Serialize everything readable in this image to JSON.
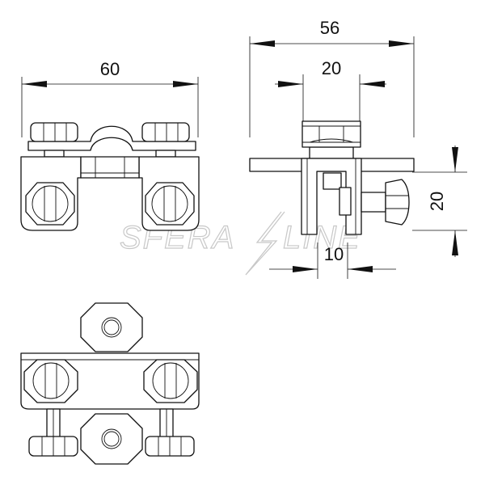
{
  "dimensions": {
    "front_width": "60",
    "side_width": "56",
    "plate_width": "20",
    "height": "20",
    "depth": "10"
  },
  "watermark": {
    "left": "SFERA",
    "right": "LINE"
  },
  "colors": {
    "line": "#111111",
    "watermark": "#c8c8c8",
    "background": "#ffffff"
  }
}
